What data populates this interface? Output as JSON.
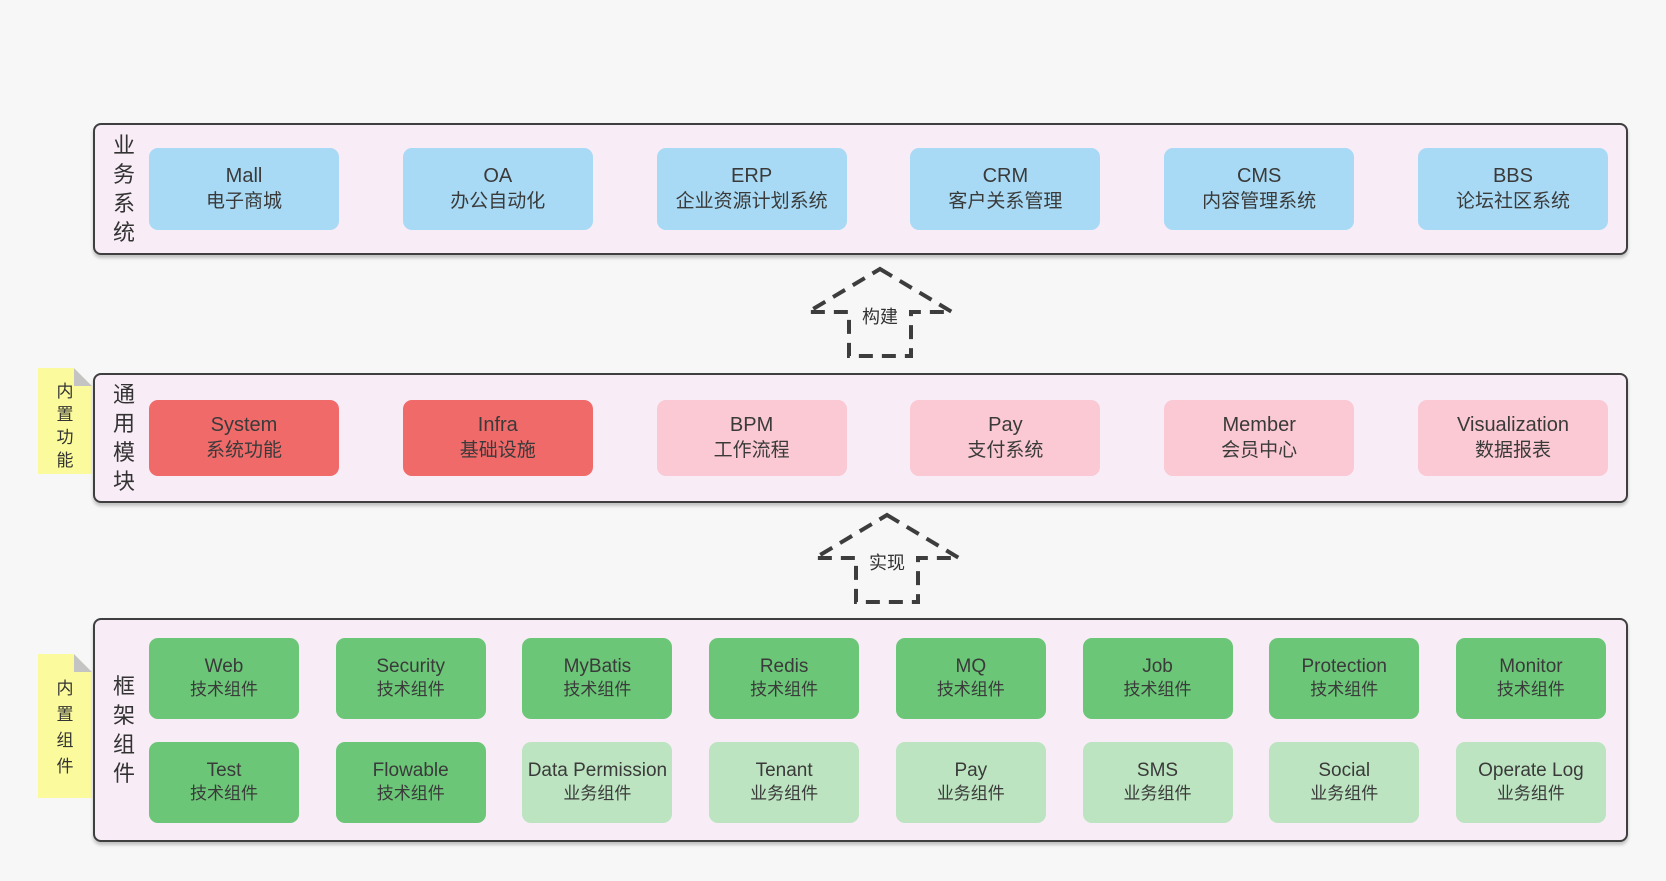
{
  "colors": {
    "page-bg": "#f7f7f7",
    "band-bg": "#f8edf6",
    "band-border": "#3f3f3f",
    "blue": "#a8daf5",
    "red": "#f16a6a",
    "pink": "#fac9d3",
    "green-dark": "#6bc677",
    "green-light": "#bce4c0",
    "yellow": "#fbfb9d",
    "fold-gray": "#c4c4c4",
    "text": "#3a3a3a",
    "arrow": "#3d3d3d"
  },
  "arrows": [
    {
      "label": "构建"
    },
    {
      "label": "实现"
    }
  ],
  "bands": [
    {
      "label": "业务系统",
      "boxes": [
        {
          "en": "Mall",
          "zh": "电子商城",
          "variant": "blue"
        },
        {
          "en": "OA",
          "zh": "办公自动化",
          "variant": "blue"
        },
        {
          "en": "ERP",
          "zh": "企业资源计划系统",
          "variant": "blue"
        },
        {
          "en": "CRM",
          "zh": "客户关系管理",
          "variant": "blue"
        },
        {
          "en": "CMS",
          "zh": "内容管理系统",
          "variant": "blue"
        },
        {
          "en": "BBS",
          "zh": "论坛社区系统",
          "variant": "blue"
        }
      ]
    },
    {
      "label": "通用模块",
      "sticky": "内置功能",
      "boxes": [
        {
          "en": "System",
          "zh": "系统功能",
          "variant": "red"
        },
        {
          "en": "Infra",
          "zh": "基础设施",
          "variant": "red"
        },
        {
          "en": "BPM",
          "zh": "工作流程",
          "variant": "pink"
        },
        {
          "en": "Pay",
          "zh": "支付系统",
          "variant": "pink"
        },
        {
          "en": "Member",
          "zh": "会员中心",
          "variant": "pink"
        },
        {
          "en": "Visualization",
          "zh": "数据报表",
          "variant": "pink"
        }
      ]
    },
    {
      "label": "框架组件",
      "sticky": "内置组件",
      "rows": [
        [
          {
            "en": "Web",
            "zh": "技术组件",
            "variant": "green-dark"
          },
          {
            "en": "Security",
            "zh": "技术组件",
            "variant": "green-dark"
          },
          {
            "en": "MyBatis",
            "zh": "技术组件",
            "variant": "green-dark"
          },
          {
            "en": "Redis",
            "zh": "技术组件",
            "variant": "green-dark"
          },
          {
            "en": "MQ",
            "zh": "技术组件",
            "variant": "green-dark"
          },
          {
            "en": "Job",
            "zh": "技术组件",
            "variant": "green-dark"
          },
          {
            "en": "Protection",
            "zh": "技术组件",
            "variant": "green-dark"
          },
          {
            "en": "Monitor",
            "zh": "技术组件",
            "variant": "green-dark"
          }
        ],
        [
          {
            "en": "Test",
            "zh": "技术组件",
            "variant": "green-dark"
          },
          {
            "en": "Flowable",
            "zh": "技术组件",
            "variant": "green-dark"
          },
          {
            "en": "Data Permission",
            "zh": "业务组件",
            "variant": "green-light"
          },
          {
            "en": "Tenant",
            "zh": "业务组件",
            "variant": "green-light"
          },
          {
            "en": "Pay",
            "zh": "业务组件",
            "variant": "green-light"
          },
          {
            "en": "SMS",
            "zh": "业务组件",
            "variant": "green-light"
          },
          {
            "en": "Social",
            "zh": "业务组件",
            "variant": "green-light"
          },
          {
            "en": "Operate Log",
            "zh": "业务组件",
            "variant": "green-light"
          }
        ]
      ]
    }
  ]
}
